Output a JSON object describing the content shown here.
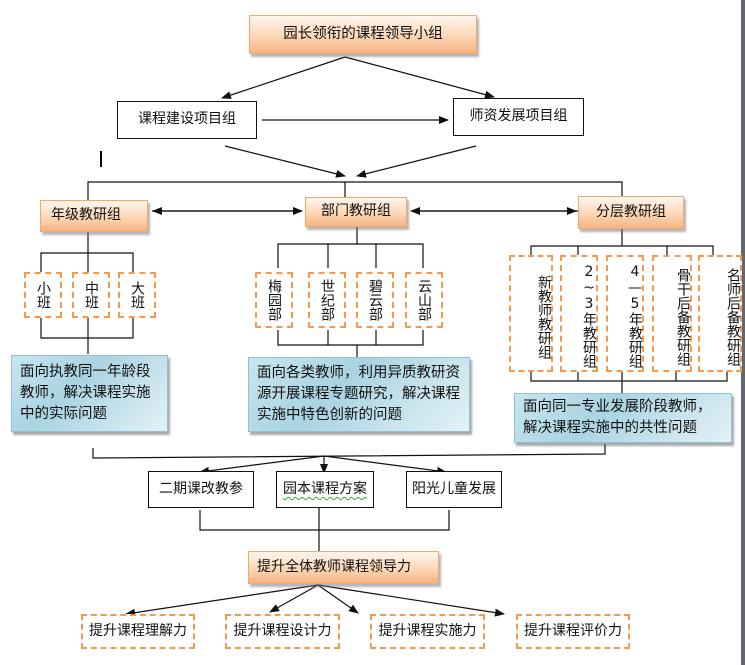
{
  "diagram": {
    "top": {
      "label": "园长领衔的课程领导小组"
    },
    "project_groups": [
      {
        "label": "课程建设项目组"
      },
      {
        "label": "师资发展项目组"
      }
    ],
    "research_groups": [
      {
        "label": "年级教研组",
        "children": [
          "小班",
          "中班",
          "大班"
        ],
        "description": "面向执教同一年龄段教师，解决课程实施中的实际问题"
      },
      {
        "label": "部门教研组",
        "children": [
          "梅园部",
          "世纪部",
          "碧云部",
          "云山部"
        ],
        "description": "面向各类教师，利用异质教研资源开展课程专题研究，解决课程实施中特色创新的问题"
      },
      {
        "label": "分层教研组",
        "children": [
          "新教师教研组",
          "2~3年教研组",
          "4—5年教研组",
          "骨干后备教研组",
          "名师后备教研组"
        ],
        "description": "面向同一专业发展阶段教师，解决课程实施中的共性问题"
      }
    ],
    "resources": [
      {
        "label": "二期课改教参"
      },
      {
        "label": "园本课程方案"
      },
      {
        "label": "阳光儿童发展"
      }
    ],
    "goal": {
      "label": "提升全体教师课程领导力"
    },
    "abilities": [
      {
        "label": "提升课程理解力"
      },
      {
        "label": "提升课程设计力"
      },
      {
        "label": "提升课程实施力"
      },
      {
        "label": "提升课程评价力"
      }
    ],
    "colors": {
      "orange_box": "#fcd7b6",
      "orange_border": "#f59a4c",
      "blue_box": "#a9d3e1",
      "line": "#111111"
    }
  }
}
